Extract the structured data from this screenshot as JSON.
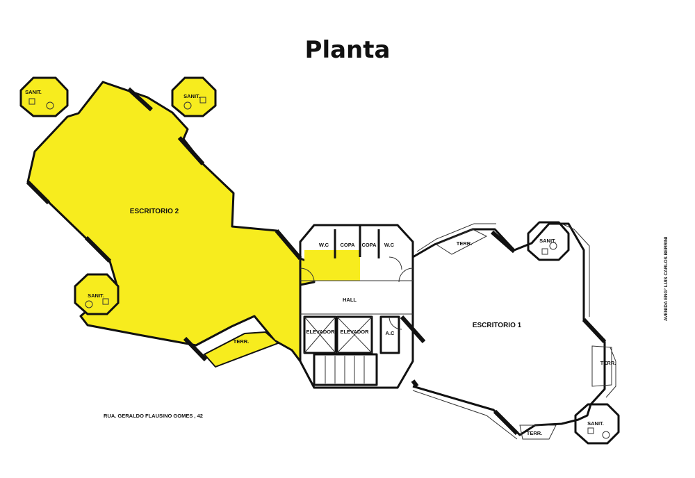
{
  "title": "Planta",
  "rooms": {
    "escritorio_2": "ESCRITORIO 2",
    "escritorio_1": "ESCRITORIO 1",
    "hall": "HALL",
    "elevador_1": "ELEVADOR",
    "elevador_2": "ELEVADOR",
    "ac": "A.C",
    "wc_left": "W.C",
    "copa_left": "COPA",
    "copa_right": "COPA",
    "wc_right": "W.C",
    "sanit_1": "SANIT.",
    "sanit_2": "SANIT.",
    "sanit_3": "SANIT.",
    "sanit_4": "SANIT.",
    "sanit_5": "SANIT.",
    "terr_1": "TERR.",
    "terr_2": "TERR.",
    "terr_3": "TERR.",
    "terr_4": "TERR."
  },
  "streets": {
    "rua": "RUA. GERALDO FLAUSINO GOMES , 42",
    "avenida": "AVENIDA ENG° LUIS CARLOS BERRINI"
  },
  "colors": {
    "highlight": "#f7ec1e",
    "wall": "#111111",
    "background": "#ffffff"
  }
}
